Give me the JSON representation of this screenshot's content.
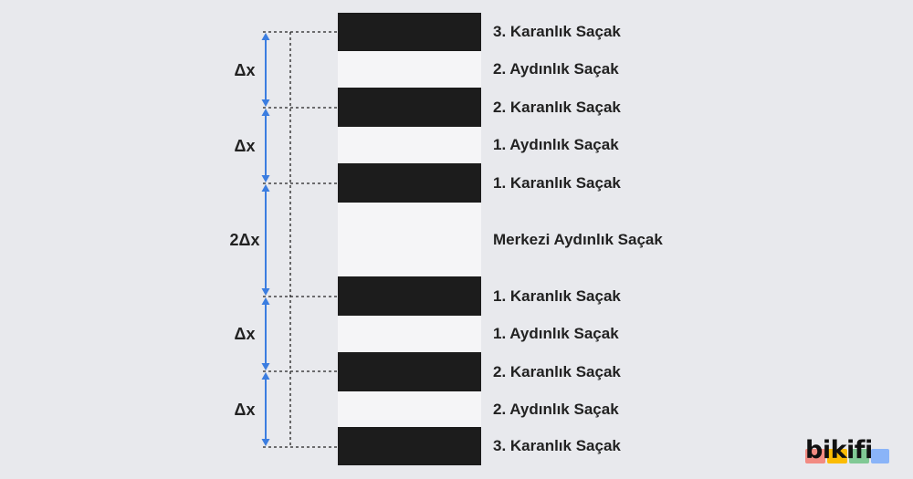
{
  "colors": {
    "background": "#e8e9ed",
    "dark_fringe": "#1c1c1c",
    "bright_fringe": "#f5f5f7",
    "arrow": "#3b7de0",
    "text": "#222222"
  },
  "fringes": [
    {
      "label": "3. Karanlık Saçak",
      "type": "dark"
    },
    {
      "label": "2. Aydınlık Saçak",
      "type": "bright"
    },
    {
      "label": "2. Karanlık Saçak",
      "type": "dark"
    },
    {
      "label": "1. Aydınlık Saçak",
      "type": "bright"
    },
    {
      "label": "1. Karanlık Saçak",
      "type": "dark"
    },
    {
      "label": "Merkezi Aydınlık Saçak",
      "type": "bright"
    },
    {
      "label": "1. Karanlık Saçak",
      "type": "dark"
    },
    {
      "label": "1. Aydınlık Saçak",
      "type": "bright"
    },
    {
      "label": "2. Karanlık Saçak",
      "type": "dark"
    },
    {
      "label": "2. Aydınlık Saçak",
      "type": "bright"
    },
    {
      "label": "3. Karanlık Saçak",
      "type": "dark"
    }
  ],
  "spacings": [
    "Δx",
    "Δx",
    "2Δx",
    "Δx",
    "Δx"
  ],
  "logo": {
    "text": "bikifi",
    "colors": [
      "#f28b82",
      "#fbbc04",
      "#81c995",
      "#8ab4f8"
    ]
  }
}
